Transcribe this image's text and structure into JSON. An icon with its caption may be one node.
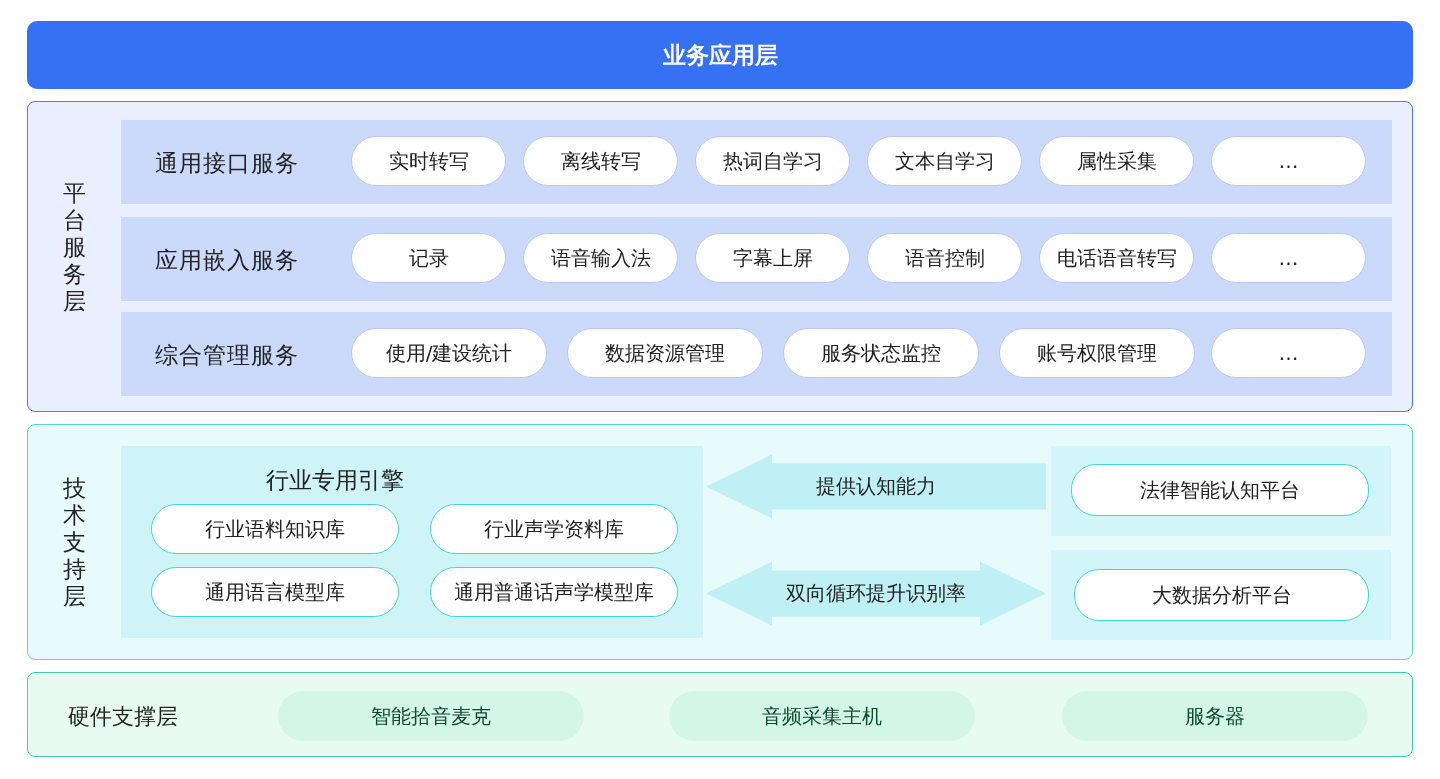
{
  "diagram": {
    "nodes": [
      {
        "text": [
          "业务应用层"
        ]
      },
      {
        "text": [
          "平台服务层"
        ]
      },
      {
        "text": [
          "通用接口服务"
        ],
        "in": 1
      },
      {
        "text": [
          "实时转写"
        ],
        "in": 2
      },
      {
        "text": [
          "离线转写"
        ],
        "in": 2
      },
      {
        "text": [
          "热词自学习"
        ],
        "in": 2
      },
      {
        "text": [
          "文本自学习"
        ],
        "in": 2
      },
      {
        "text": [
          "属性采集"
        ],
        "in": 2
      },
      {
        "text": [
          "…"
        ],
        "in": 2
      },
      {
        "text": [
          "应用嵌入服务"
        ],
        "in": 1
      },
      {
        "text": [
          "记录"
        ],
        "in": 9
      },
      {
        "text": [
          "语音输入法"
        ],
        "in": 9
      },
      {
        "text": [
          "字幕上屏"
        ],
        "in": 9
      },
      {
        "text": [
          "语音控制"
        ],
        "in": 9
      },
      {
        "text": [
          "电话语音转写"
        ],
        "in": 9
      },
      {
        "text": [
          "…"
        ],
        "in": 9
      },
      {
        "text": [
          "综合管理服务"
        ],
        "in": 1
      },
      {
        "text": [
          "使用/建设统计"
        ],
        "in": 16
      },
      {
        "text": [
          "数据资源管理"
        ],
        "in": 16
      },
      {
        "text": [
          "服务状态监控"
        ],
        "in": 16
      },
      {
        "text": [
          "账号权限管理"
        ],
        "in": 16
      },
      {
        "text": [
          "…"
        ],
        "in": 16
      },
      {
        "text": [
          "技术支持层"
        ]
      },
      {
        "text": [
          "行业专用引擎"
        ],
        "in": 22
      },
      {
        "text": [
          "行业语料知识库"
        ],
        "in": 23
      },
      {
        "text": [
          "行业声学资料库"
        ],
        "in": 23
      },
      {
        "text": [
          "通用语言模型库"
        ],
        "in": 23
      },
      {
        "text": [
          "通用普通话声学模型库"
        ],
        "in": 23
      },
      {
        "text": [],
        "shape": "box",
        "in": 22
      },
      {
        "text": [
          "法律智能认知平台"
        ],
        "in": 28
      },
      {
        "text": [],
        "shape": "box",
        "in": 22
      },
      {
        "text": [
          "大数据分析平台"
        ],
        "in": 30
      },
      {
        "text": [
          "硬件支撑层"
        ]
      },
      {
        "text": [
          "智能拾音麦克"
        ],
        "in": 32
      },
      {
        "text": [
          "音频采集主机"
        ],
        "in": 32
      },
      {
        "text": [
          "服务器"
        ],
        "in": 32
      }
    ],
    "edges": [
      {
        "from": 28,
        "to": 23,
        "arrow": "to",
        "label": "提供认知能力"
      },
      {
        "from": 23,
        "to": 30,
        "arrow": "both",
        "label": "双向循环提升识别率"
      }
    ]
  }
}
